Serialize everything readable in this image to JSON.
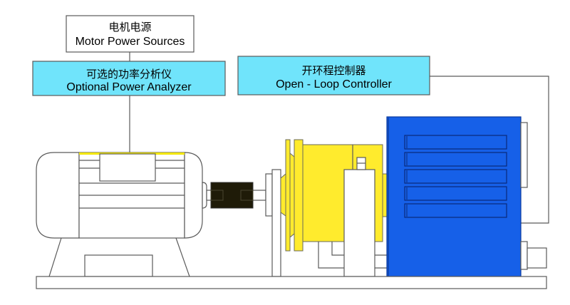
{
  "diagram": {
    "title": "Motor test bench with open-loop controller",
    "boxes": {
      "motor_power": {
        "label_cn": "电机电源",
        "label_en": "Motor Power Sources"
      },
      "power_analyzer": {
        "label_cn": "可选的功率分析仪",
        "label_en": "Optional Power Analyzer"
      },
      "controller": {
        "label_cn": "开环程控制器",
        "label_en": "Open - Loop Controller"
      }
    },
    "components": [
      "motor",
      "coupling",
      "bearing-pedestal",
      "brake",
      "brake-controller-cabinet",
      "base-plate"
    ],
    "colors": {
      "label_box_fill": "#70e4fb",
      "brake_yellow": "#ffeb2d",
      "cabinet_blue": "#1660e8",
      "cabinet_edge": "#0e47b8",
      "coupling_black": "#1f1b08",
      "motor_strip": "#f2e600",
      "line": "#5a5a5a"
    }
  }
}
